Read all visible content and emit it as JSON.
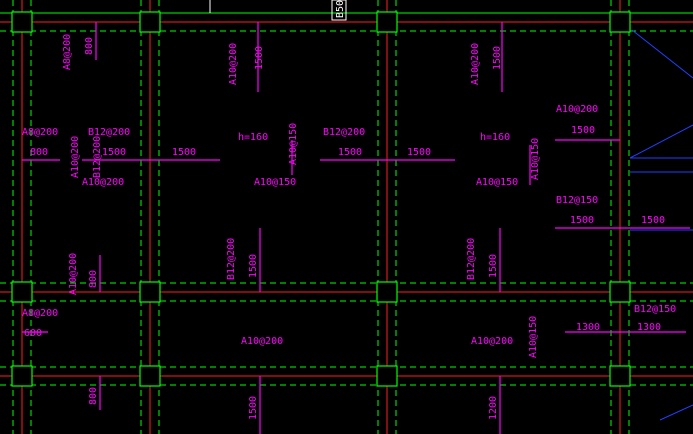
{
  "drawing": {
    "background": "#000000",
    "colors": {
      "beam": "#00ff00",
      "beam_dash": "#00ff00",
      "column": "#00ff00",
      "axis": "#ff2020",
      "rebar": "#ff00ff",
      "text": "#ff00ff",
      "dim": "#ffffff",
      "outline": "#2040ff"
    }
  },
  "labels": {
    "top_tag": "B50",
    "l1": "A8@200",
    "l2": "800",
    "l3": "A10@200",
    "l4": "1500",
    "l5": "A10@200",
    "l6": "1500",
    "l7": "A10@200",
    "l8": "A8@200",
    "l9": "B12@200",
    "l10": "h=160",
    "l11": "B12@200",
    "l12": "h=160",
    "l13": "A10@150",
    "l14": "A10@150",
    "l15": "800",
    "l16": "1500",
    "l17": "1500",
    "l18": "1500",
    "l19": "1500",
    "l20": "1500",
    "l21": "A10@150",
    "l22": "A10@150",
    "l23": "A10@200",
    "l24": "B12@150",
    "l25": "1500",
    "l26": "1500",
    "l27": "A10@200",
    "l28": "800",
    "l29": "B12@200",
    "l30": "1500",
    "l31": "B12@200",
    "l32": "1500",
    "l33": "A8@200",
    "l34": "600",
    "l35": "A10@200",
    "l36": "A10@200",
    "l37": "A10@150",
    "l38": "B12@150",
    "l39": "1300",
    "l40": "1300",
    "l41": "800",
    "l42": "1500",
    "l43": "1200",
    "l44": "B12@200",
    "l45": "A10@200"
  }
}
